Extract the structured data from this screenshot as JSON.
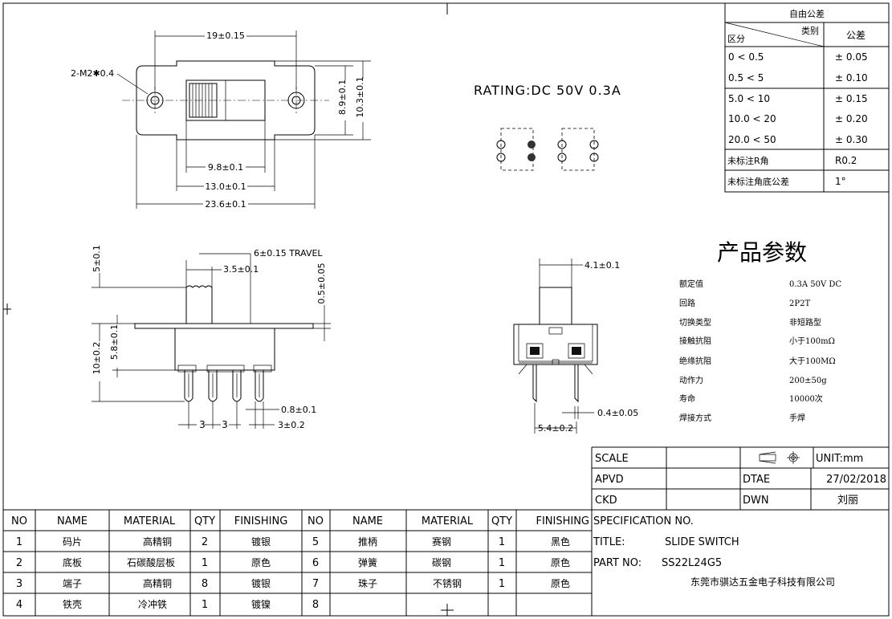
{
  "top_view": {
    "mount_hole_note": "2-M2✱0.4",
    "dim_hole_pitch": "19±0.15",
    "dim_9_8": "9.8±0.1",
    "dim_13_0": "13.0±0.1",
    "dim_23_6": "23.6±0.1",
    "dim_8_9": "8.9±0.1",
    "dim_10_3": "10.3±0.1"
  },
  "rating": "RATING:DC 50V 0.3A",
  "side_view": {
    "dim_travel": "6±0.15 TRAVEL",
    "dim_3_5": "3.5±0.1",
    "dim_5": "5±0.1",
    "dim_0_5": "0.5±0.05",
    "dim_10": "10±0.2",
    "dim_5_8": "5.8±0.1",
    "dim_0_8": "0.8±0.1",
    "dim_pitch_a": "3",
    "dim_pitch_b": "3",
    "dim_3_0": "3±0.2"
  },
  "end_view": {
    "dim_4_1": "4.1±0.1",
    "dim_0_4": "0.4±0.05",
    "dim_5_4": "5.4±0.2"
  },
  "tolerance_table": {
    "title": "自由公差",
    "header_class": "类别",
    "header_range": "区分",
    "header_tol": "公差",
    "rows": [
      {
        "range": "0    < 0.5",
        "tol": "± 0.05"
      },
      {
        "range": "0.5    < 5",
        "tol": "± 0.10"
      },
      {
        "range": "5.0    < 10",
        "tol": "± 0.15"
      },
      {
        "range": "10.0   < 20",
        "tol": "± 0.20"
      },
      {
        "range": "20.0   < 50",
        "tol": "± 0.30"
      },
      {
        "range": "未标注R角",
        "tol": "R0.2"
      },
      {
        "range": "未标注角底公差",
        "tol": "1°"
      }
    ]
  },
  "params": {
    "title": "产品参数",
    "rows": [
      {
        "label": "额定值",
        "value": "0.3A 50V DC"
      },
      {
        "label": "回路",
        "value": "2P2T"
      },
      {
        "label": "切换类型",
        "value": "非短路型"
      },
      {
        "label": "接触抗阻",
        "value": "小于100mΩ"
      },
      {
        "label": "绝缘抗阻",
        "value": "大于100MΩ"
      },
      {
        "label": "动作力",
        "value": "200±50g"
      },
      {
        "label": "寿命",
        "value": "10000次"
      },
      {
        "label": "焊接方式",
        "value": "手焊"
      }
    ]
  },
  "title_block": {
    "scale_label": "SCALE",
    "unit_label": "UNIT:mm",
    "apvd_label": "APVD",
    "date_label": "DTAE",
    "date_value": "27/02/2018",
    "ckd_label": "CKD",
    "dwn_label": "DWN",
    "dwn_value": "刘丽",
    "spec_label": "SPECIFICATION NO.",
    "title_label": "TITLE:",
    "title_value": "SLIDE SWITCH",
    "part_label": "PART NO:",
    "part_value": "SS22L24G5",
    "company": "东莞市骐达五金电子科技有限公司"
  },
  "bom": {
    "headers": [
      "NO",
      "NAME",
      "MATERIAL",
      "QTY",
      "FINISHING",
      "NO",
      "NAME",
      "MATERIAL",
      "QTY",
      "FINISHING"
    ],
    "rows": [
      [
        "1",
        "码片",
        "高精铜",
        "2",
        "镀银",
        "5",
        "推柄",
        "赛钢",
        "1",
        "黑色"
      ],
      [
        "2",
        "底板",
        "石碳酸层板",
        "1",
        "原色",
        "6",
        "弹簧",
        "碳钢",
        "1",
        "原色"
      ],
      [
        "3",
        "端子",
        "高精铜",
        "8",
        "镀银",
        "7",
        "珠子",
        "不锈钢",
        "1",
        "原色"
      ],
      [
        "4",
        "铁壳",
        "冷冲铁",
        "1",
        "镀镍",
        "8",
        "",
        "",
        "",
        ""
      ]
    ]
  }
}
